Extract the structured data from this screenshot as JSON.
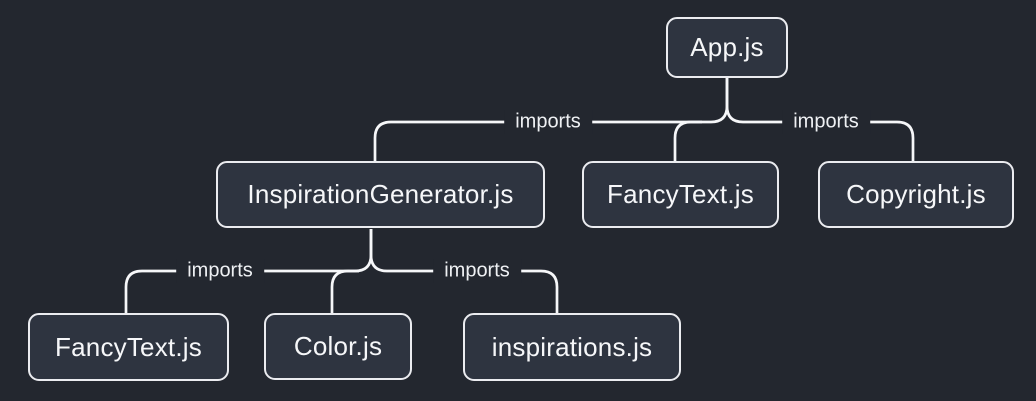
{
  "diagram": {
    "type": "import-tree",
    "edge_label_text": "imports",
    "colors": {
      "background": "#23272f",
      "node_fill": "#2e3440",
      "node_border": "#ebecf0",
      "connector": "#f6f7f9",
      "text": "#f6f7f9"
    },
    "nodes": [
      {
        "id": "app",
        "label": "App.js"
      },
      {
        "id": "inspiration-generator",
        "label": "InspirationGenerator.js"
      },
      {
        "id": "fancy-text-mid",
        "label": "FancyText.js"
      },
      {
        "id": "copyright",
        "label": "Copyright.js"
      },
      {
        "id": "fancy-text-bottom",
        "label": "FancyText.js"
      },
      {
        "id": "color",
        "label": "Color.js"
      },
      {
        "id": "inspirations",
        "label": "inspirations.js"
      }
    ],
    "edges": [
      {
        "from": "App.js",
        "to": "InspirationGenerator.js",
        "label": "imports"
      },
      {
        "from": "App.js",
        "to": "FancyText.js"
      },
      {
        "from": "App.js",
        "to": "Copyright.js",
        "label": "imports"
      },
      {
        "from": "InspirationGenerator.js",
        "to": "FancyText.js",
        "label": "imports"
      },
      {
        "from": "InspirationGenerator.js",
        "to": "Color.js"
      },
      {
        "from": "InspirationGenerator.js",
        "to": "inspirations.js",
        "label": "imports"
      }
    ]
  }
}
